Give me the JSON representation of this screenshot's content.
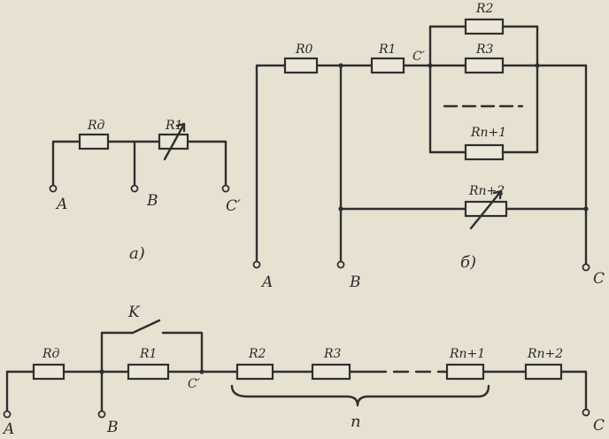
{
  "diagram_a": {
    "r_left": "Rд",
    "r_right": "R1",
    "terminal_a": "A",
    "terminal_b": "B",
    "terminal_c": "C′",
    "caption": "a)"
  },
  "diagram_b": {
    "r0": "R0",
    "r1": "R1",
    "node_c": "C′",
    "r2": "R2",
    "r3": "R3",
    "rn1": "Rn+1",
    "rn2": "Rn+2",
    "terminal_a": "A",
    "terminal_b": "B",
    "terminal_c": "C",
    "caption": "б)"
  },
  "diagram_c": {
    "switch": "K",
    "r_first": "Rд",
    "r1": "R1",
    "node_c": "C′",
    "r2": "R2",
    "r3": "R3",
    "rn1": "Rn+1",
    "rn2": "Rn+2",
    "brace": "n",
    "terminal_a": "A",
    "terminal_b": "B",
    "terminal_c": "C"
  }
}
